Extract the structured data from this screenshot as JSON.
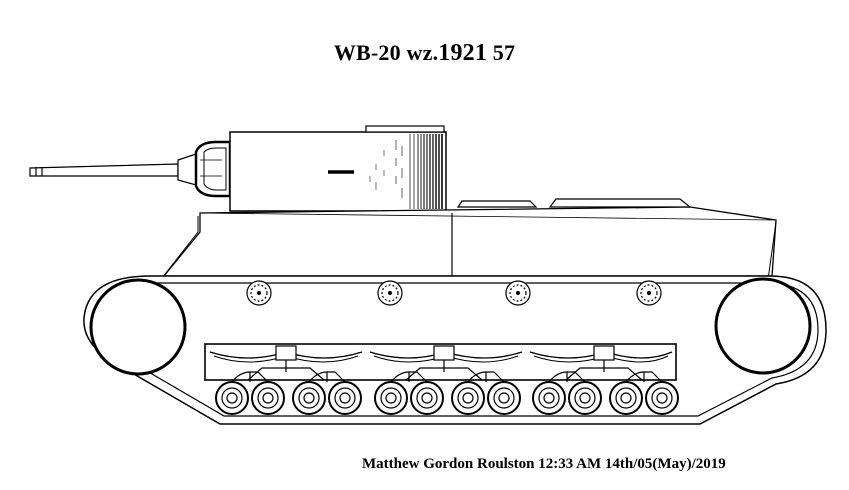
{
  "title": {
    "prefix": "WB-20 wz.",
    "year": "1921",
    "suffix": " 57"
  },
  "credit": "Matthew Gordon Roulston 12:33 AM 14th/05(May)/2019",
  "colors": {
    "ink": "#000000",
    "hatch": "#222222",
    "background": "#ffffff"
  },
  "drawing": {
    "subject": "tank-side-view",
    "return_rollers": 4,
    "bogie_units": 3,
    "road_wheels": 12
  }
}
